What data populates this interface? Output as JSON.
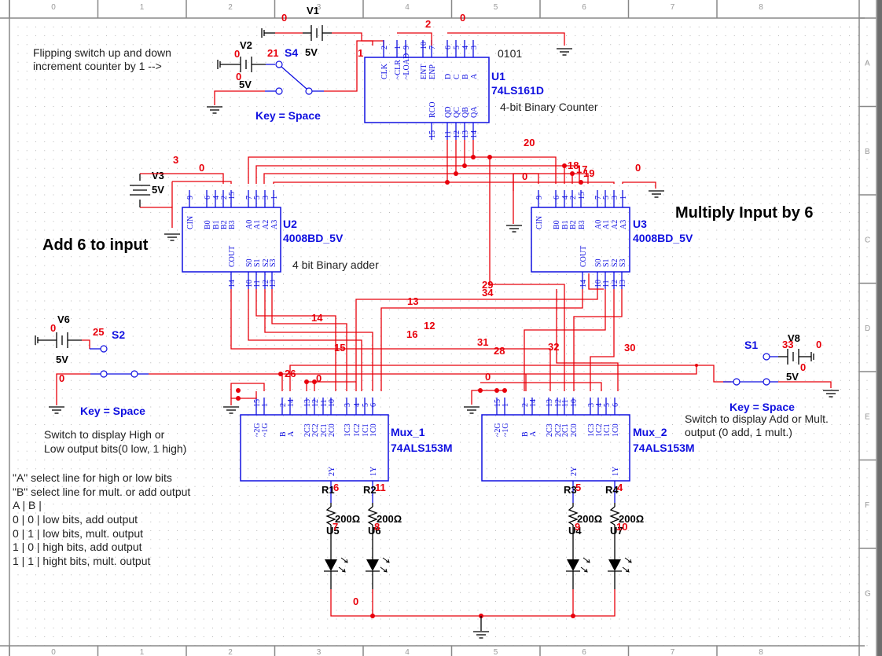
{
  "sheet": {
    "columns": [
      "0",
      "1",
      "2",
      "3",
      "4",
      "5",
      "6",
      "7",
      "8"
    ],
    "rows": [
      "A",
      "B",
      "C",
      "D",
      "E",
      "F",
      "G"
    ]
  },
  "notes": {
    "counter_hint": [
      "Flipping switch up and down",
      "increment counter by 1 -->"
    ],
    "add_title": "Add 6 to input",
    "mult_title": "Multiply Input by 6",
    "adder_desc": "4 bit Binary adder",
    "counter_desc": "4-bit Binary Counter",
    "counter_preset": "0101",
    "s2_desc": [
      "Switch to display High or",
      "Low output bits(0 low, 1 high)"
    ],
    "s1_desc": [
      "Switch to display Add or Mult.",
      "output (0 add, 1 mult.)"
    ],
    "truth_table": [
      "\"A\" select line for high or low bits",
      "\"B\" select line for mult. or add output",
      "A | B |",
      "0 | 0 | low bits, add output",
      "0 | 1 | low bits, mult. output",
      "1 | 0 | high bits, add output",
      "1 | 1 | hight bits, mult. output"
    ]
  },
  "components": {
    "U1": {
      "ref": "U1",
      "part": "74LS161D",
      "top_pins": [
        {
          "num": "2",
          "lbl": "CLK"
        },
        {
          "num": "1",
          "lbl": "~CLR"
        },
        {
          "num": "9",
          "lbl": "~LOAD"
        },
        {
          "num": "10",
          "lbl": "ENT"
        },
        {
          "num": "7",
          "lbl": "ENP"
        },
        {
          "num": "6",
          "lbl": "D"
        },
        {
          "num": "5",
          "lbl": "C"
        },
        {
          "num": "4",
          "lbl": "B"
        },
        {
          "num": "3",
          "lbl": "A"
        }
      ],
      "bottom_pins": [
        {
          "num": "15",
          "lbl": "RCO"
        },
        {
          "num": "11",
          "lbl": "QD"
        },
        {
          "num": "12",
          "lbl": "QC"
        },
        {
          "num": "13",
          "lbl": "QB"
        },
        {
          "num": "14",
          "lbl": "QA"
        }
      ]
    },
    "U2": {
      "ref": "U2",
      "part": "4008BD_5V",
      "top_pins": [
        {
          "num": "9",
          "lbl": "CIN"
        },
        {
          "num": "6",
          "lbl": "B0"
        },
        {
          "num": "4",
          "lbl": "B1"
        },
        {
          "num": "2",
          "lbl": "B2"
        },
        {
          "num": "15",
          "lbl": "B3"
        },
        {
          "num": "7",
          "lbl": "A0"
        },
        {
          "num": "5",
          "lbl": "A1"
        },
        {
          "num": "3",
          "lbl": "A2"
        },
        {
          "num": "1",
          "lbl": "A3"
        }
      ],
      "bottom_pins": [
        {
          "num": "14",
          "lbl": "COUT"
        },
        {
          "num": "10",
          "lbl": "S0"
        },
        {
          "num": "11",
          "lbl": "S1"
        },
        {
          "num": "12",
          "lbl": "S2"
        },
        {
          "num": "13",
          "lbl": "S3"
        }
      ]
    },
    "U3": {
      "ref": "U3",
      "part": "4008BD_5V",
      "top_pins": [
        {
          "num": "9",
          "lbl": "CIN"
        },
        {
          "num": "6",
          "lbl": "B0"
        },
        {
          "num": "4",
          "lbl": "B1"
        },
        {
          "num": "2",
          "lbl": "B2"
        },
        {
          "num": "15",
          "lbl": "B3"
        },
        {
          "num": "7",
          "lbl": "A0"
        },
        {
          "num": "5",
          "lbl": "A1"
        },
        {
          "num": "3",
          "lbl": "A2"
        },
        {
          "num": "1",
          "lbl": "A3"
        }
      ],
      "bottom_pins": [
        {
          "num": "14",
          "lbl": "COUT"
        },
        {
          "num": "10",
          "lbl": "S0"
        },
        {
          "num": "11",
          "lbl": "S1"
        },
        {
          "num": "12",
          "lbl": "S2"
        },
        {
          "num": "13",
          "lbl": "S3"
        }
      ]
    },
    "MUX1": {
      "ref": "Mux_1",
      "part": "74ALS153M",
      "top_pins": [
        {
          "num": "15",
          "lbl": "~2G"
        },
        {
          "num": "1",
          "lbl": "~1G"
        },
        {
          "num": "2",
          "lbl": "B"
        },
        {
          "num": "14",
          "lbl": "A"
        },
        {
          "num": "13",
          "lbl": "2C3"
        },
        {
          "num": "12",
          "lbl": "2C2"
        },
        {
          "num": "11",
          "lbl": "2C1"
        },
        {
          "num": "10",
          "lbl": "2C0"
        },
        {
          "num": "3",
          "lbl": "1C3"
        },
        {
          "num": "4",
          "lbl": "1C2"
        },
        {
          "num": "5",
          "lbl": "1C1"
        },
        {
          "num": "6",
          "lbl": "1C0"
        }
      ],
      "bottom_pins": [
        {
          "num": "",
          "lbl": "2Y"
        },
        {
          "num": "",
          "lbl": "1Y"
        }
      ]
    },
    "MUX2": {
      "ref": "Mux_2",
      "part": "74ALS153M",
      "top_pins": [
        {
          "num": "15",
          "lbl": "~2G"
        },
        {
          "num": "1",
          "lbl": "~1G"
        },
        {
          "num": "2",
          "lbl": "B"
        },
        {
          "num": "14",
          "lbl": "A"
        },
        {
          "num": "13",
          "lbl": "2C3"
        },
        {
          "num": "12",
          "lbl": "2C2"
        },
        {
          "num": "11",
          "lbl": "2C1"
        },
        {
          "num": "10",
          "lbl": "2C0"
        },
        {
          "num": "3",
          "lbl": "1C3"
        },
        {
          "num": "4",
          "lbl": "1C2"
        },
        {
          "num": "5",
          "lbl": "1C1"
        },
        {
          "num": "6",
          "lbl": "1C0"
        }
      ],
      "bottom_pins": [
        {
          "num": "",
          "lbl": "2Y"
        },
        {
          "num": "",
          "lbl": "1Y"
        }
      ]
    },
    "sources": {
      "V1": {
        "ref": "V1",
        "value": "5V"
      },
      "V2": {
        "ref": "V2",
        "value": "5V"
      },
      "V3": {
        "ref": "V3",
        "value": "5V"
      },
      "V6": {
        "ref": "V6",
        "value": "5V"
      },
      "V8": {
        "ref": "V8",
        "value": "5V"
      }
    },
    "switches": {
      "S4": {
        "ref": "S4",
        "key": "Key = Space"
      },
      "S2": {
        "ref": "S2",
        "key": "Key = Space"
      },
      "S1": {
        "ref": "S1",
        "key": "Key = Space"
      }
    },
    "resistors": [
      {
        "ref": "R1",
        "value": "200Ω",
        "led": "U5"
      },
      {
        "ref": "R2",
        "value": "200Ω",
        "led": "U6"
      },
      {
        "ref": "R3",
        "value": "200Ω",
        "led": "U4"
      },
      {
        "ref": "R4",
        "value": "200Ω",
        "led": "U7"
      }
    ]
  },
  "nets": {
    "n0_v1": "0",
    "n2": "2",
    "n0_u1": "0",
    "n1": "1",
    "n0_v2a": "0",
    "n21": "21",
    "n0_v2b": "0",
    "n3": "3",
    "n0_v3": "0",
    "n20": "20",
    "n18": "18",
    "n17": "17",
    "n19": "19",
    "n0_u3a": "0",
    "n0_u3b": "0",
    "n29": "29",
    "n34": "34",
    "n13": "13",
    "n14": "14",
    "n12": "12",
    "n16": "16",
    "n15": "15",
    "n31": "31",
    "n28": "28",
    "n32": "32",
    "n30": "30",
    "n0_v6": "0",
    "n25": "25",
    "n0_s2": "0",
    "n26": "26",
    "n0_m1": "0",
    "n0_m2": "0",
    "n33": "33",
    "n0_v8a": "0",
    "n0_v8b": "0",
    "n6": "6",
    "n11": "11",
    "n5": "5",
    "n4": "4",
    "n7": "7",
    "n8": "8",
    "n9": "9",
    "n10": "10",
    "n0_gnd": "0"
  }
}
